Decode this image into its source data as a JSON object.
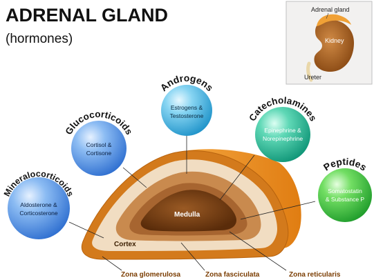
{
  "title": "ADRENAL GLAND",
  "subtitle": "(hormones)",
  "inset": {
    "adrenal_label": "Adrenal gland",
    "kidney_label": "Kidney",
    "ureter_label": "Ureter"
  },
  "gland": {
    "medulla_label": "Medulla",
    "cortex_label": "Cortex",
    "zones": [
      "Zona glomerulosa",
      "Zona fasciculata",
      "Zona reticularis"
    ]
  },
  "hormones": [
    {
      "category": "Mineralocorticoids",
      "items": [
        "Aldosterone &",
        "Corticosterone"
      ],
      "color": "#4f8fe0"
    },
    {
      "category": "Glucocorticoids",
      "items": [
        "Cortisol &",
        "Cortisone"
      ],
      "color": "#4f8fe0"
    },
    {
      "category": "Androgens",
      "items": [
        "Estrogens &",
        "Testosterone"
      ],
      "color": "#3fb4e0"
    },
    {
      "category": "Catecholamines",
      "items": [
        "Epinephrine &",
        "Norepinephrine"
      ],
      "color": "#1fb597"
    },
    {
      "category": "Peptides",
      "items": [
        "Somatostatin",
        "& Substance P"
      ],
      "color": "#34c23c"
    }
  ],
  "colors": {
    "outer_capsule": "#e8881c",
    "cortex_light": "#f1ddc2",
    "cortex_mid": "#c98a4e",
    "medulla": "#6e3a12",
    "zone_label": "#7a3c00"
  }
}
